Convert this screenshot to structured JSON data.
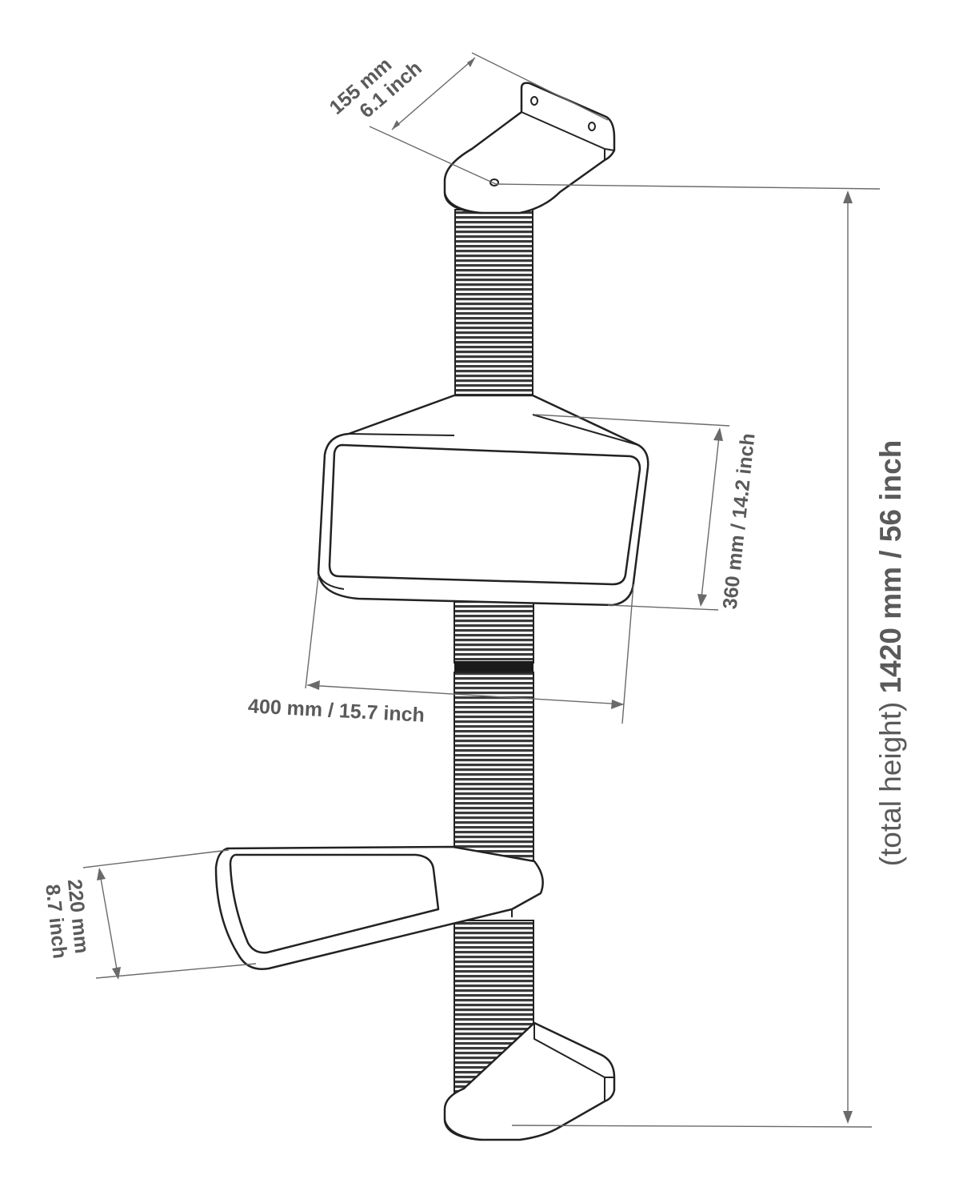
{
  "diagram": {
    "colors": {
      "line": "#222222",
      "dimension": "#5a5a5a",
      "rope": "#3a3a3a"
    },
    "labels": {
      "top_bracket_mm": "155 mm",
      "top_bracket_inch": "6.1 inch",
      "platform_depth": "360 mm / 14.2 inch",
      "platform_width": "400 mm / 15.7 inch",
      "step_mm": "220 mm",
      "step_inch": "8.7 inch",
      "total_height_prefix": "(total height) ",
      "total_height_value": "1420 mm / 56 inch"
    }
  }
}
